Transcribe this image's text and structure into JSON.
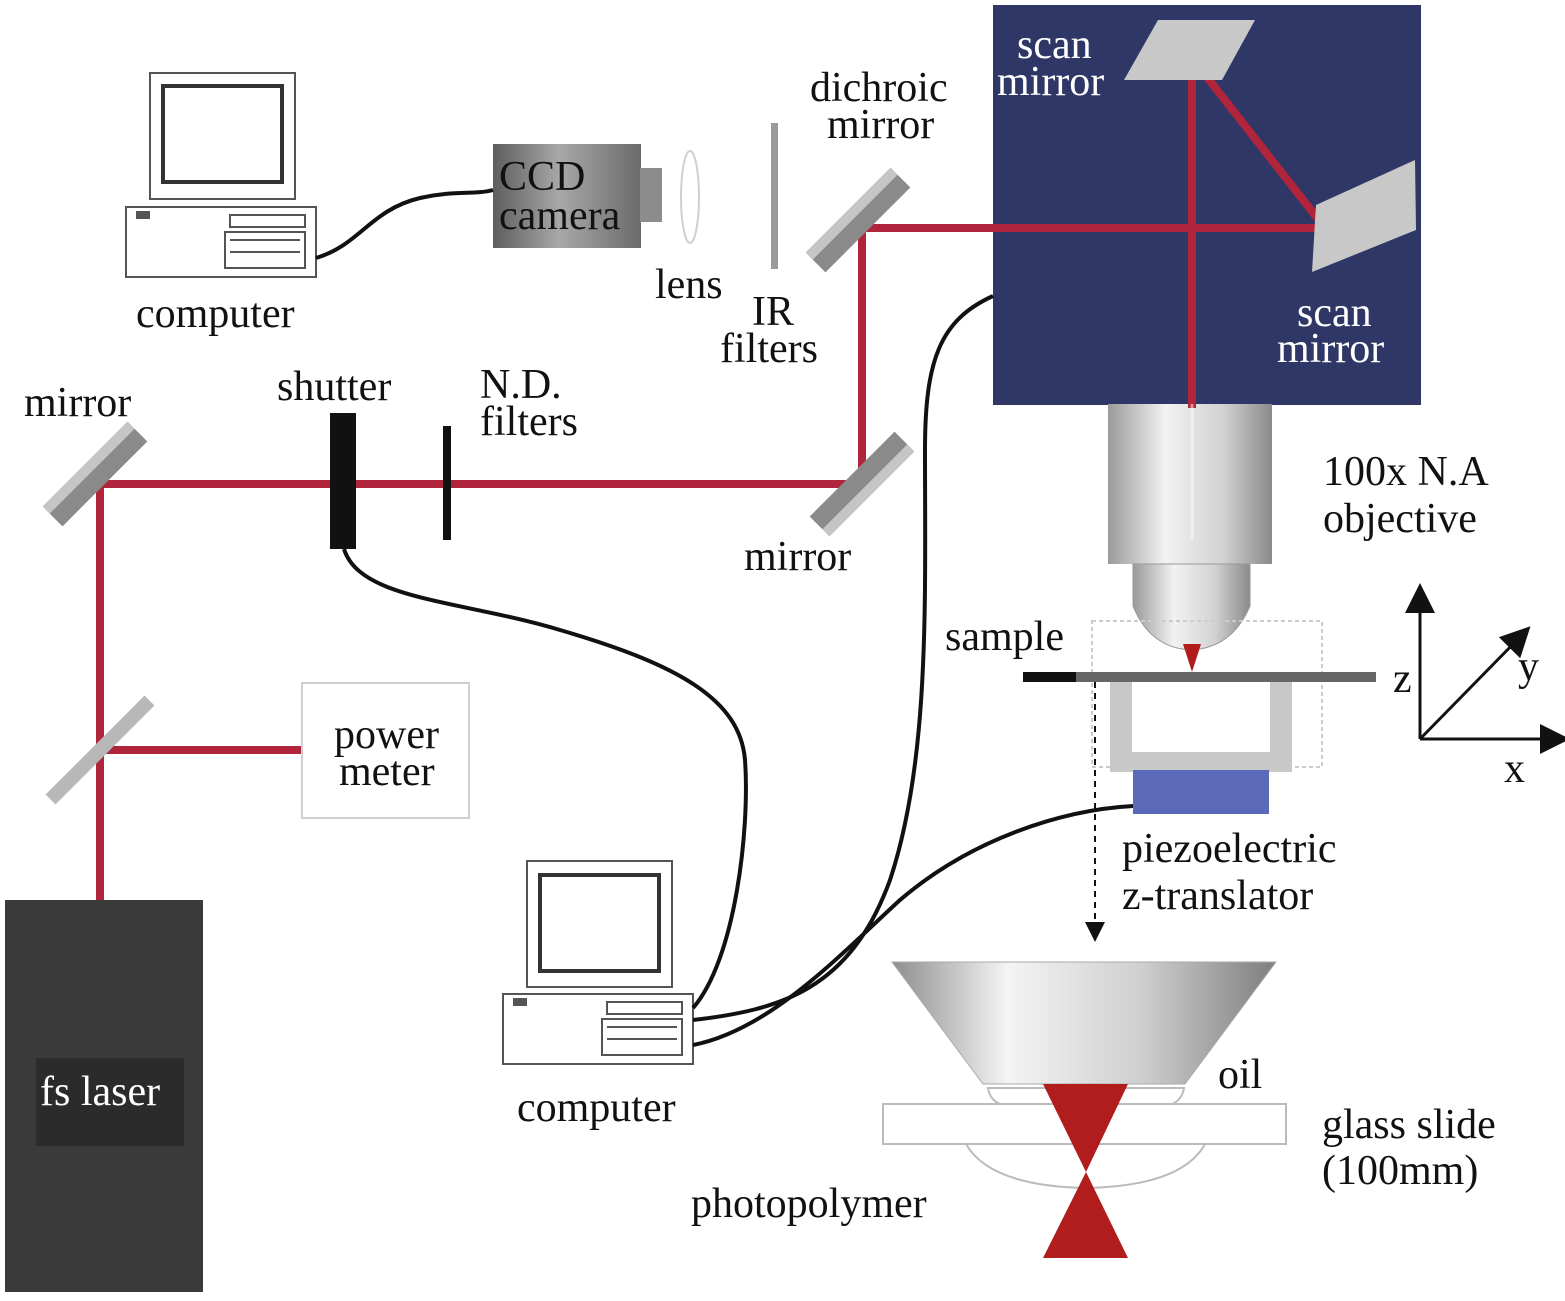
{
  "labels": {
    "computer_top": "computer",
    "ccd_line1": "CCD",
    "ccd_line2": "camera",
    "lens": "lens",
    "ir_line1": "IR",
    "ir_line2": "filters",
    "dichroic_line1": "dichroic",
    "dichroic_line2": "mirror",
    "scan_mirror_top_line1": "scan",
    "scan_mirror_top_line2": "mirror",
    "scan_mirror_right_line1": "scan",
    "scan_mirror_right_line2": "mirror",
    "mirror_left": "mirror",
    "shutter": "shutter",
    "nd_line1": "N.D.",
    "nd_line2": "filters",
    "mirror_lower": "mirror",
    "objective_line1": "100x N.A",
    "objective_line2": "objective",
    "sample": "sample",
    "axis_z": "z",
    "axis_y": "y",
    "axis_x": "x",
    "power_line1": "power",
    "power_line2": "meter",
    "piezo_line1": "piezoelectric",
    "piezo_line2": "z-translator",
    "fs_laser": "fs laser",
    "computer_bottom": "computer",
    "oil": "oil",
    "glass_line1": "glass slide",
    "glass_line2": "(100mm)",
    "photopolymer": "photopolymer"
  },
  "colors": {
    "beam": "#b0243c",
    "scan_box": "#2e3766",
    "laser_body": "#3a3a3a",
    "cable": "#111111",
    "mirror_gray": "#8c8c8c",
    "piezo_block": "#5a69b8",
    "focus_red": "#b11d1d"
  }
}
